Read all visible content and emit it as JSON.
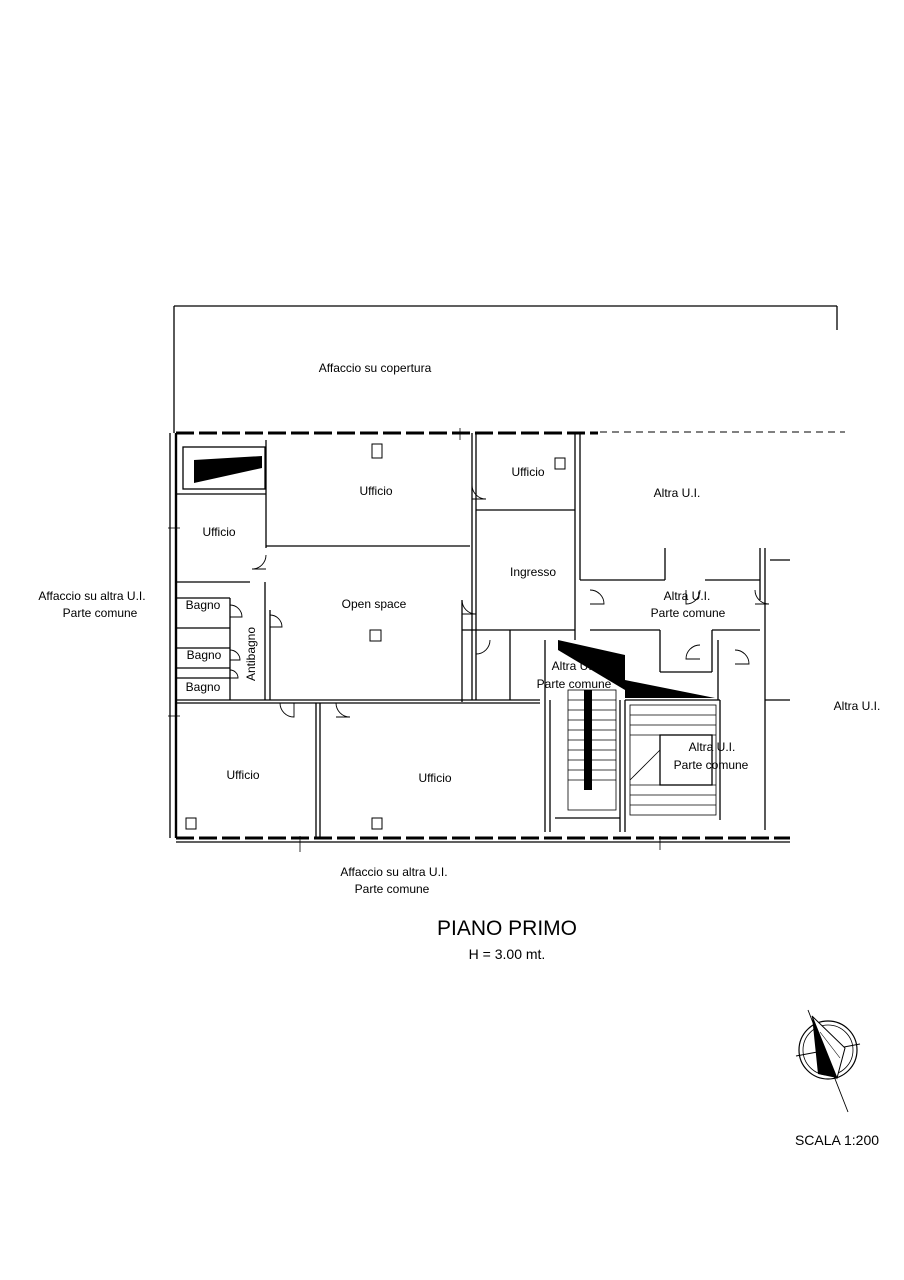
{
  "labels": {
    "affaccio_copertura": "Affaccio su copertura",
    "affaccio_left_1": "Affaccio su altra U.I.",
    "affaccio_left_2": "Parte comune",
    "affaccio_bottom_1": "Affaccio su altra U.I.",
    "affaccio_bottom_2": "Parte comune",
    "ufficio_top_center": "Ufficio",
    "ufficio_top_small": "Ufficio",
    "ufficio_left": "Ufficio",
    "altra_ui_top": "Altra U.I.",
    "ingresso": "Ingresso",
    "open_space": "Open space",
    "altra_comune_mid_1": "Altra U.I.",
    "altra_comune_mid_2": "Parte comune",
    "bagno_1": "Bagno",
    "bagno_2": "Bagno",
    "bagno_3": "Bagno",
    "antibagno": "Antibagno",
    "altra_comune_center_1": "Altra U.I.",
    "altra_comune_center_2": "Parte comune",
    "altra_ui_right": "Altra U.I.",
    "altra_comune_stair_1": "Altra U.I.",
    "altra_comune_stair_2": "Parte comune",
    "ufficio_bottom_left": "Ufficio",
    "ufficio_bottom_center": "Ufficio"
  },
  "title": "PIANO PRIMO",
  "height": "H = 3.00 mt.",
  "scale": "SCALA 1:200",
  "icons": [
    "north-arrow-icon"
  ]
}
